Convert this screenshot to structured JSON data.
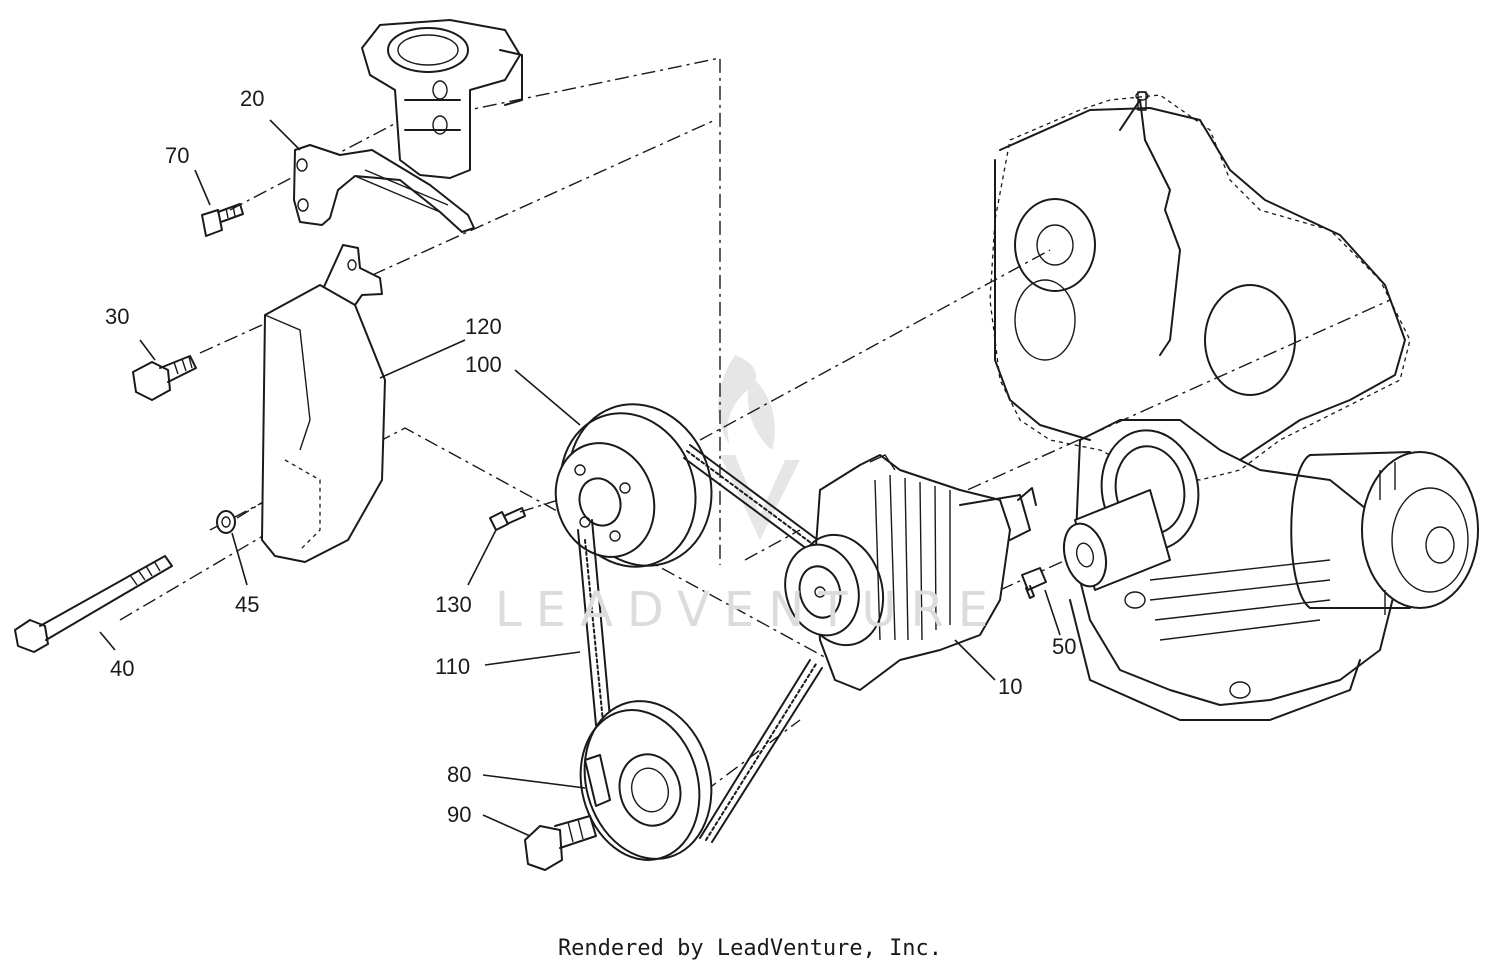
{
  "callouts": [
    {
      "id": "20",
      "text": "20"
    },
    {
      "id": "70",
      "text": "70"
    },
    {
      "id": "30",
      "text": "30"
    },
    {
      "id": "120",
      "text": "120"
    },
    {
      "id": "100",
      "text": "100"
    },
    {
      "id": "45",
      "text": "45"
    },
    {
      "id": "40",
      "text": "40"
    },
    {
      "id": "130",
      "text": "130"
    },
    {
      "id": "110",
      "text": "110"
    },
    {
      "id": "50",
      "text": "50"
    },
    {
      "id": "10",
      "text": "10"
    },
    {
      "id": "80",
      "text": "80"
    },
    {
      "id": "90",
      "text": "90"
    }
  ],
  "watermark": "LEADVENTURE",
  "footer": "Rendered by LeadVenture, Inc."
}
